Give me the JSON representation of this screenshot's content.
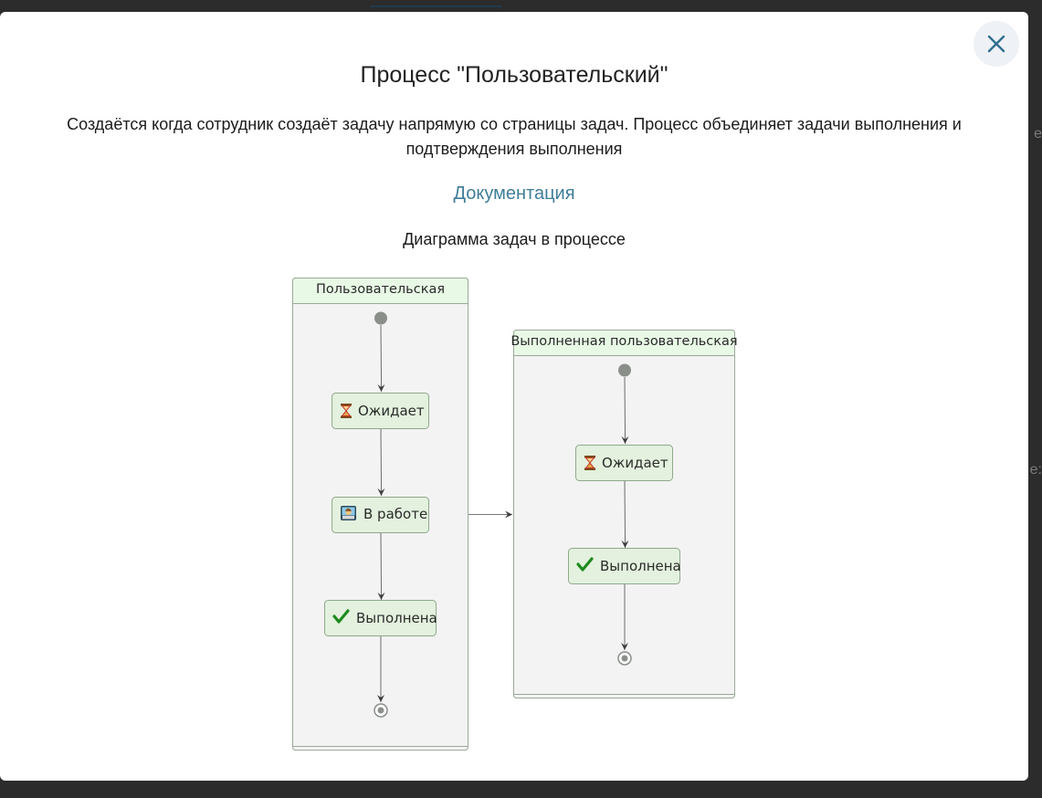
{
  "modal": {
    "title": "Процесс \"Пользовательский\"",
    "description": "Создаётся когда сотрудник создаёт задачу напрямую со страницы задач. Процесс объединяет задачи выполнения и подтверждения выполнения",
    "documentation_link": "Документация",
    "diagram_caption": "Диаграмма задач в процессе",
    "close_icon": "close-icon"
  },
  "diagram": {
    "lanes": [
      {
        "name": "Пользовательская",
        "states": [
          {
            "label": "Ожидает",
            "icon": "hourglass-icon"
          },
          {
            "label": "В работе",
            "icon": "worker-icon"
          },
          {
            "label": "Выполнена",
            "icon": "checkmark-icon"
          }
        ]
      },
      {
        "name": "Выполненная пользовательская",
        "states": [
          {
            "label": "Ожидает",
            "icon": "hourglass-icon"
          },
          {
            "label": "Выполнена",
            "icon": "checkmark-icon"
          }
        ]
      }
    ]
  },
  "colors": {
    "accent_link": "#3f7d99",
    "lane_header_bg": "#e8f9e6",
    "lane_body_bg": "#f3f3f3",
    "state_bg": "#e3f1de",
    "state_border": "#8fa98a",
    "node_gray": "#8a8f8a"
  }
}
